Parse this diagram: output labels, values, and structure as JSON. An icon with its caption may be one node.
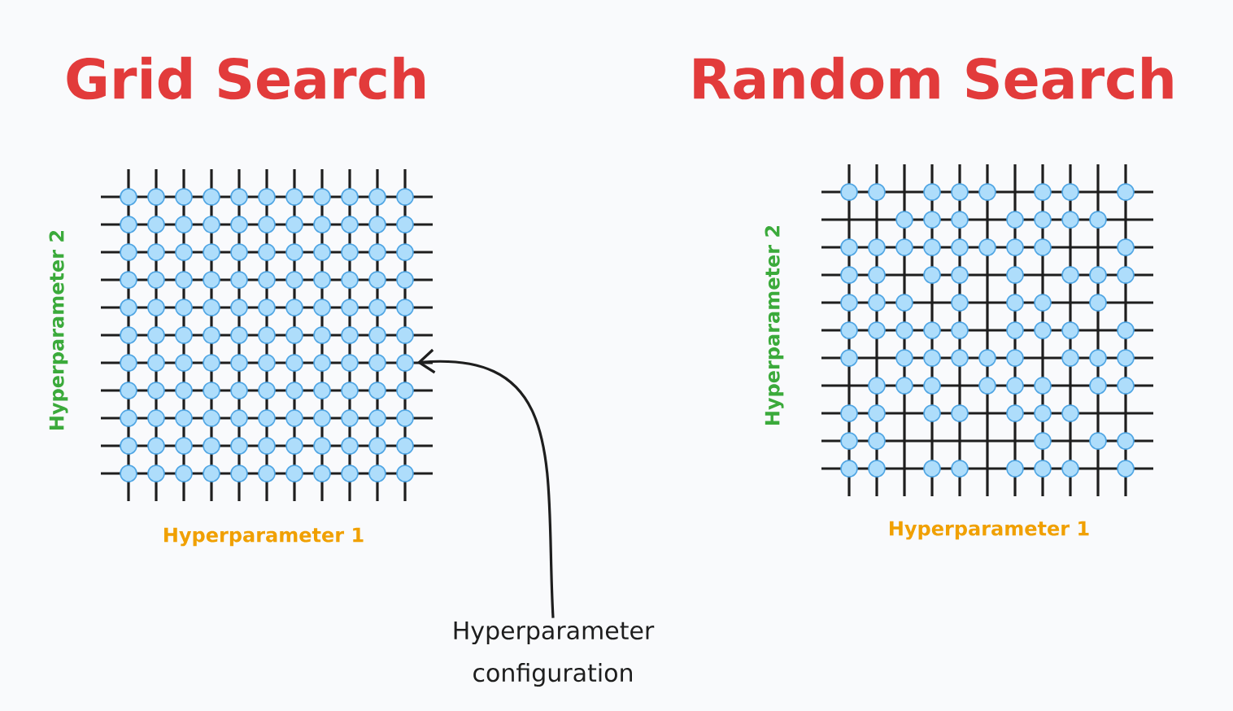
{
  "diagram": {
    "nodes": [
      {
        "text": [
          "Hyperparameter configuration"
        ]
      },
      {
        "text": [],
        "shape": "circle"
      }
    ],
    "edges": [
      {
        "from": 0,
        "to": 1,
        "arrow": "to"
      }
    ],
    "labels": [
      "Grid Search",
      "Hyperparameter 2",
      "Hyperparameter 1",
      "Random Search",
      "Hyperparameter 2",
      "Hyperparameter 1"
    ]
  }
}
